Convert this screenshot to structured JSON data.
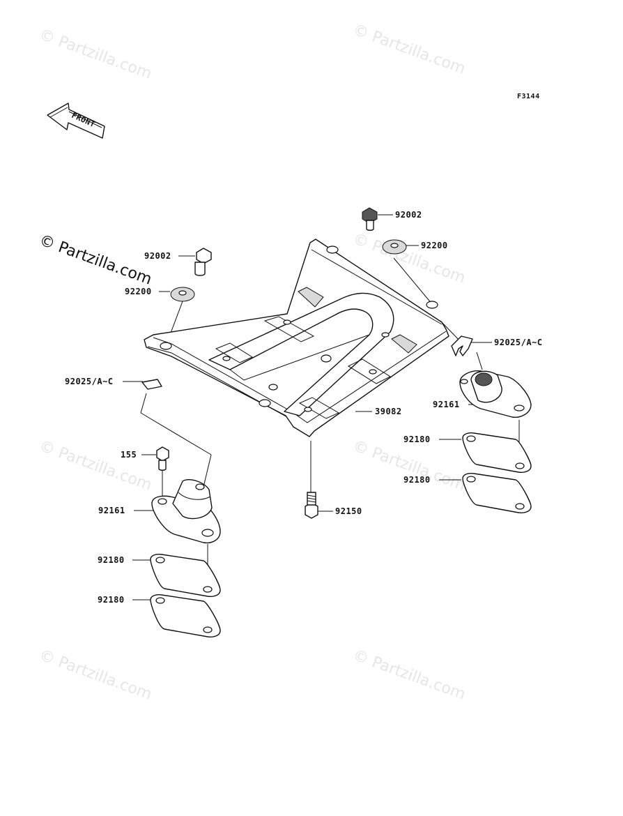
{
  "figure_code": "F3144",
  "front_marker": "FRONT",
  "watermark_text": "© Partzilla.com",
  "callouts": [
    {
      "id": "c-92002-right",
      "text": "92002"
    },
    {
      "id": "c-92200-right",
      "text": "92200"
    },
    {
      "id": "c-92002-left",
      "text": "92002"
    },
    {
      "id": "c-92200-left",
      "text": "92200"
    },
    {
      "id": "c-92025-right",
      "text": "92025/A~C"
    },
    {
      "id": "c-92025-left",
      "text": "92025/A~C"
    },
    {
      "id": "c-39082",
      "text": "39082"
    },
    {
      "id": "c-92161-right",
      "text": "92161"
    },
    {
      "id": "c-92180-right-1",
      "text": "92180"
    },
    {
      "id": "c-92180-right-2",
      "text": "92180"
    },
    {
      "id": "c-155",
      "text": "155"
    },
    {
      "id": "c-92150",
      "text": "92150"
    },
    {
      "id": "c-92161-left",
      "text": "92161"
    },
    {
      "id": "c-92180-left-1",
      "text": "92180"
    },
    {
      "id": "c-92180-left-2",
      "text": "92180"
    }
  ],
  "colors": {
    "line": "#111111",
    "watermark": "#e6e6e6",
    "background": "#ffffff"
  }
}
